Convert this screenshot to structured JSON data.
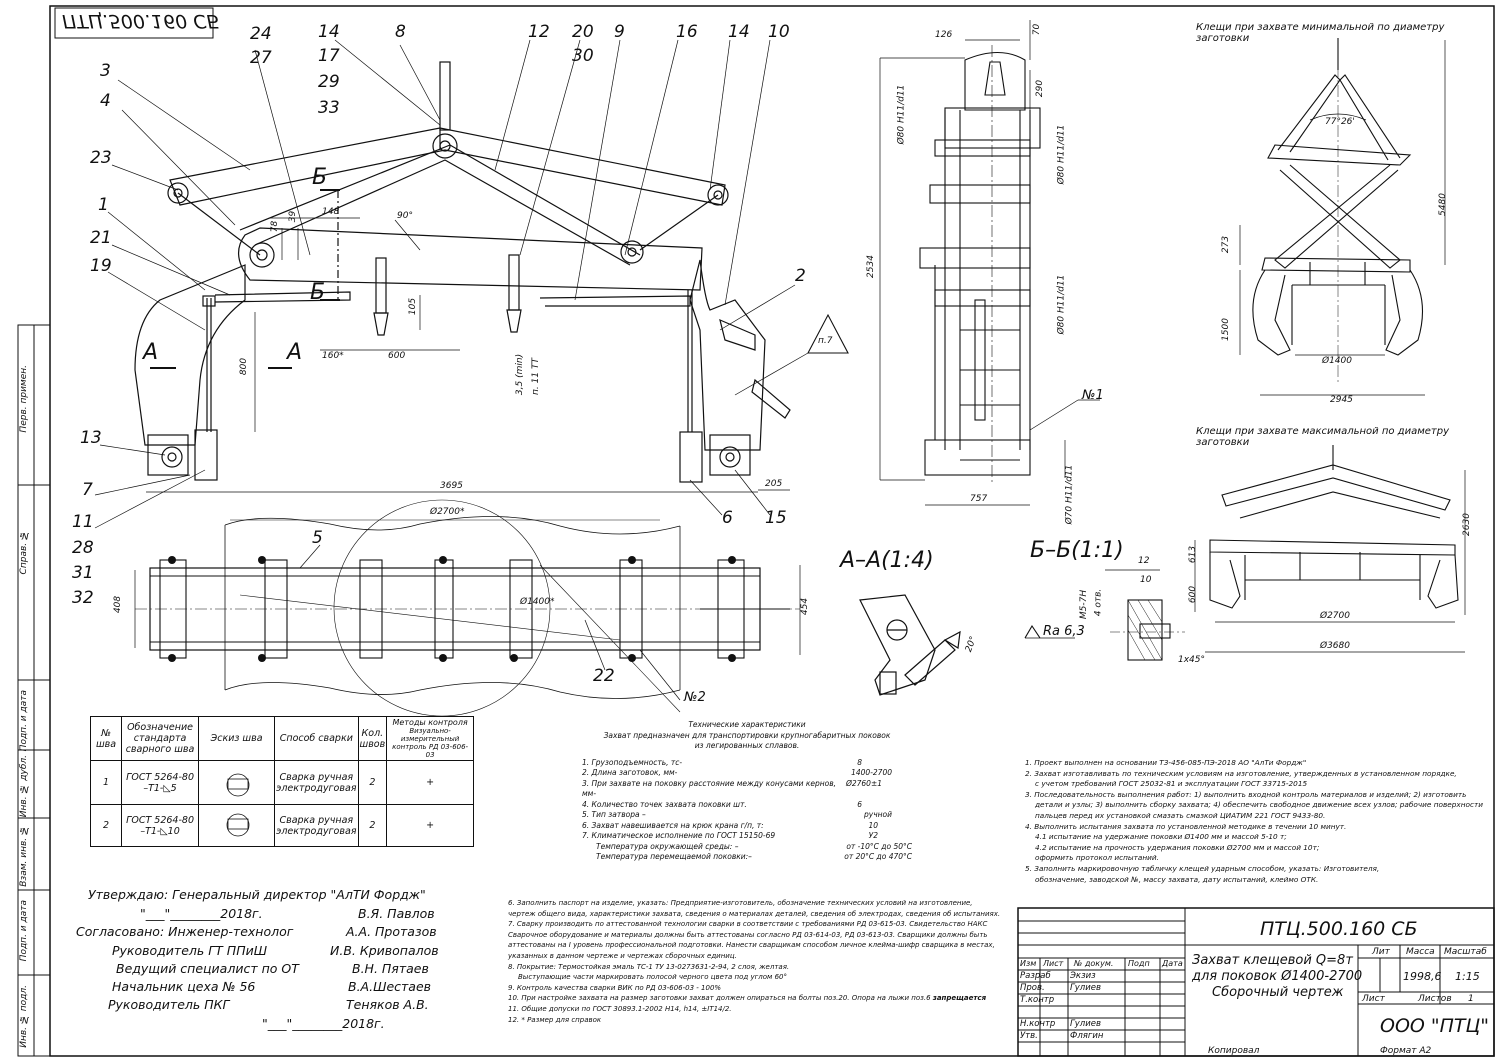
{
  "drawing": {
    "doc_code": "ПТЦ.500.160 СБ",
    "doc_code_mirrored": "ПТЦ.500.160 СБ",
    "title_lines": [
      "Захват клещевой Q=8т",
      "для поковок Ø1400-2700",
      "Сборочный чертеж"
    ],
    "mass": "1998,6",
    "scale": "1:15",
    "sheet_label": "Лист",
    "sheets_label": "Листов",
    "sheets_value": "1",
    "company": "ООО \"ПТЦ\"",
    "copied": "Копировал",
    "format": "Формат А2"
  },
  "title_block": {
    "header": [
      "Изм",
      "Лист",
      "№ докум.",
      "Подп",
      "Дата"
    ],
    "col_heads": [
      "Лит",
      "Масса",
      "Масштаб"
    ],
    "roles": [
      {
        "role": "Разраб",
        "name": "Экзиз"
      },
      {
        "role": "Пров.",
        "name": "Гулиев"
      },
      {
        "role": "Т.контр",
        "name": ""
      },
      {
        "role": "",
        "name": ""
      },
      {
        "role": "Н.контр",
        "name": "Гулиев"
      },
      {
        "role": "Утв.",
        "name": "Флягин"
      }
    ]
  },
  "side_stamp": [
    "Перв. примен.",
    "Справ. №",
    "Подп. и дата",
    "Инв. № дубл.",
    "Взам. инв. №",
    "Подп. и дата",
    "Инв. № подл."
  ],
  "section_labels": {
    "aa": "А–А(1:4)",
    "bb": "Б–Б(1:1)",
    "min_title": "Клещи при захвате минимальной по диаметру заготовки",
    "max_title": "Клещи при захвате максимальной по диаметру заготовки",
    "ra": "Ra 6,3",
    "p7": "п.7",
    "n1": "№1",
    "n2": "№2"
  },
  "callouts": [
    {
      "id": "3",
      "t": "3"
    },
    {
      "id": "4",
      "t": "4"
    },
    {
      "id": "23",
      "t": "23"
    },
    {
      "id": "1",
      "t": "1"
    },
    {
      "id": "21",
      "t": "21"
    },
    {
      "id": "19",
      "t": "19"
    },
    {
      "id": "13",
      "t": "13"
    },
    {
      "id": "7",
      "t": "7"
    },
    {
      "id": "11",
      "t": "11"
    },
    {
      "id": "28",
      "t": "28"
    },
    {
      "id": "31",
      "t": "31"
    },
    {
      "id": "32",
      "t": "32"
    },
    {
      "id": "24",
      "t": "24"
    },
    {
      "id": "27",
      "t": "27"
    },
    {
      "id": "14a",
      "t": "14"
    },
    {
      "id": "17",
      "t": "17"
    },
    {
      "id": "29",
      "t": "29"
    },
    {
      "id": "33",
      "t": "33"
    },
    {
      "id": "8",
      "t": "8"
    },
    {
      "id": "12",
      "t": "12"
    },
    {
      "id": "20",
      "t": "20"
    },
    {
      "id": "30",
      "t": "30"
    },
    {
      "id": "9",
      "t": "9"
    },
    {
      "id": "16",
      "t": "16"
    },
    {
      "id": "14b",
      "t": "14"
    },
    {
      "id": "10",
      "t": "10"
    },
    {
      "id": "2",
      "t": "2"
    },
    {
      "id": "6",
      "t": "6"
    },
    {
      "id": "15",
      "t": "15"
    },
    {
      "id": "5",
      "t": "5"
    },
    {
      "id": "22",
      "t": "22"
    }
  ],
  "dimensions": {
    "d126": "126",
    "d70": "70",
    "d290": "290",
    "d80h11a": "Ø80 H11/d11",
    "d80h11b": "Ø80 H11/d11",
    "d80h11c": "Ø80 H11/d11",
    "d70h11": "Ø70 H11/d11",
    "d2534": "2534",
    "d757": "757",
    "d78": "78",
    "d39": "39",
    "d148": "148",
    "d90": "90°",
    "d105": "105",
    "d800": "800",
    "d160": "160*",
    "d600": "600",
    "d35": "3,5 (min)",
    "d3695": "3695",
    "d205": "205",
    "d2700": "Ø2700*",
    "d1400": "Ø1400*",
    "d408": "408",
    "d454": "454",
    "d7726": "77°26'",
    "d5480": "5480",
    "d273": "273",
    "d1500": "1500",
    "d1400m": "Ø1400",
    "d2945": "2945",
    "d613": "613",
    "d600m": "600",
    "d2630": "2630",
    "d2700m": "Ø2700",
    "d3680": "Ø3680",
    "d12": "12",
    "d10": "10",
    "m5": "М5-7Н",
    "holes": "4 отв.",
    "d20": "20°",
    "d145": "1х45°",
    "n11": "п. 11 ТТ",
    "a_left": "А",
    "a_right": "А",
    "b_top": "Б",
    "b_bot": "Б"
  },
  "weld_table": {
    "headers": [
      "№ шва",
      "Обозначение стандарта сварного шва",
      "Эскиз шва",
      "Способ сварки",
      "Кол. швов",
      "Методы контроля"
    ],
    "control_sub": "Визуально-измерительный контроль РД 03-606-03",
    "rows": [
      {
        "n": "1",
        "std": "ГОСТ 5264-80 –Т1-◺5",
        "method": "Сварка ручная электродуговая",
        "qty": "2",
        "ctrl": "+"
      },
      {
        "n": "2",
        "std": "ГОСТ 5264-80 –Т1-◺10",
        "method": "Сварка ручная электродуговая",
        "qty": "2",
        "ctrl": "+"
      }
    ]
  },
  "tech": {
    "title": "Технические характеристики",
    "intro": "Захват предназначен для транспортировки крупногабаритных поковок из легированных сплавов.",
    "items": [
      {
        "t": "1. Грузоподъемность, тс-",
        "v": "8"
      },
      {
        "t": "2. Длина заготовок, мм-",
        "v": "1400-2700"
      },
      {
        "t": "3. При захвате на поковку расстояние между конусами кернов, мм-",
        "v": "Ø2760±1"
      },
      {
        "t": "4. Количество точек захвата поковки шт.",
        "v": "6"
      },
      {
        "t": "5. Тип затвора –",
        "v": "ручной"
      },
      {
        "t": "6. Захват навешивается на крюк крана г/п, т:",
        "v": "10"
      },
      {
        "t": "7. Климатическое исполнение по ГОСТ 15150-69",
        "v": "У2"
      },
      {
        "t": "Температура окружающей среды: –",
        "v": "от -10°С до 50°С"
      },
      {
        "t": "Температура перемещаемой поковки:–",
        "v": "от 20°С до 470°С"
      }
    ]
  },
  "notes_right": [
    "1. Проект выполнен на основании ТЗ-456-085-ПЭ-2018 АО \"АлТи Фордж\"",
    "2. Захват изготавливать по техническим условиям на изготовление, утвержденных в установленном порядке,",
    "с учетом требований ГОСТ 25032-81 и эксплуатации ГОСТ 33715-2015",
    "3. Последовательность выполнения работ: 1) выполнить входной контроль материалов и изделий; 2) изготовить",
    "детали и узлы; 3) выполнить сборку захвата; 4) обеспечить свободное движение всех узлов; рабочие поверхности",
    "пальцев перед их установкой смазать смазкой ЦИАТИМ 221 ГОСТ 9433-80.",
    "4. Выполнить испытания захвата по установленной методике в течении 10 минут.",
    "4.1 испытание на удержание поковки Ø1400 мм и массой 5-10 т;",
    "4.2 испытание на прочность удержания поковки Ø2700 мм и массой 10т;",
    "оформить протокол испытаний.",
    "5. Заполнить маркировочную табличку клещей ударным способом, указать: Изготовителя,",
    "обозначение, заводской №, массу захвата, дату испытаний, клеймо ОТК."
  ],
  "notes_mid": [
    "6. Заполнить паспорт на изделие, указать: Предприятие-изготовитель, обозначение технических условий на изготовление,",
    "чертеж общего вида, характеристики захвата, сведения о материалах деталей, сведения об электродах, сведения об испытаниях.",
    "7. Сварку производить по аттестованной технологии сварки в соответствии с требованиями РД 03-615-03. Свидетельство НАКС",
    "Сварочное оборудование и материалы должны быть аттестованы согласно РД 03-614-03, РД 03-613-03. Сварщики должны быть",
    "аттестованы на I уровень профессиональной подготовки. Нанести сварщикам способом личное клейма-шифр сварщика в местах,",
    "указанных в данном чертеже и чертежах сборочных единиц.",
    "8. Покрытие: Термостойкая эмаль ТС-1 ТУ 13-0273631-2-94, 2 слоя, желтая.",
    "Выступающие части маркировать полосой черного цвета под углом 60°",
    "9. Контроль качества сварки ВИК по РД 03-606-03 - 100%",
    "10. При настройке захвата на размер заготовки захват должен опираться на болты поз.20. Опора на лыжи поз.6",
    "11. Общие допуски по ГОСТ 30893.1-2002 H14, h14, ±IT14/2.",
    "12. * Размер для справок"
  ],
  "note10_emph": "запрещается",
  "approvals": [
    {
      "line": "Утверждаю: Генеральный директор \"АлТИ Фордж\""
    },
    {
      "line": "\"___\"________2018г.",
      "name": "В.Я. Павлов"
    },
    {
      "line": "Согласовано: Инженер-технолог",
      "name": "А.А. Протазов"
    },
    {
      "line": "Руководитель ГТ ППиШ",
      "name": "И.В. Кривопалов"
    },
    {
      "line": "Ведущий специалист по ОТ",
      "name": "В.Н. Пятаев"
    },
    {
      "line": "Начальник цеха № 56",
      "name": "В.А.Шестаев"
    },
    {
      "line": "Руководитель ПКГ",
      "name": "Теняков А.В."
    },
    {
      "line": "\"___\"________2018г."
    }
  ]
}
